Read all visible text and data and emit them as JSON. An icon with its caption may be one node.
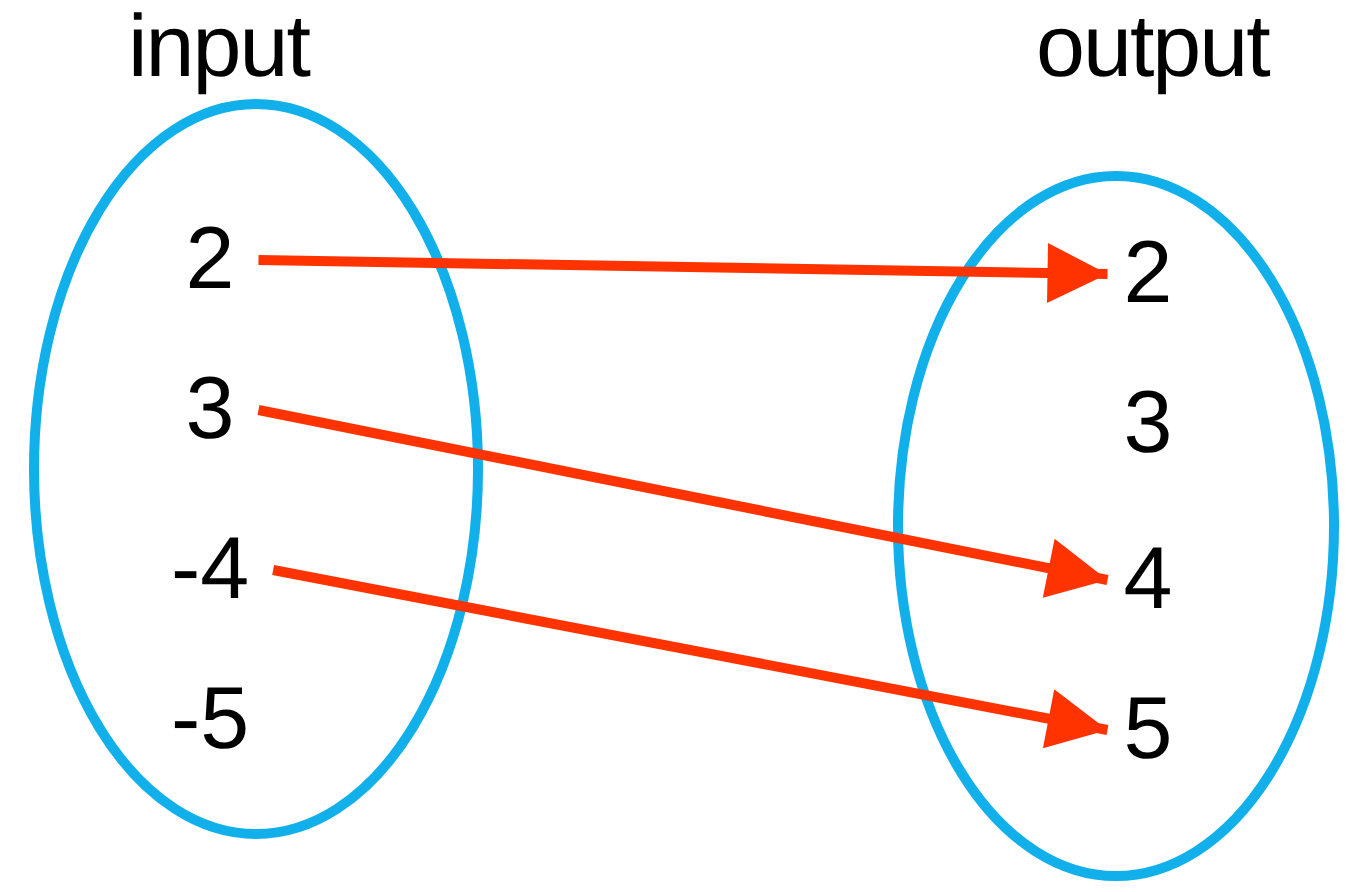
{
  "diagram": {
    "nodes": [
      {
        "text": [
          "input"
        ]
      },
      {
        "text": [
          "2"
        ],
        "in": 0
      },
      {
        "text": [
          "3"
        ],
        "in": 0
      },
      {
        "text": [
          "-4"
        ],
        "in": 0
      },
      {
        "text": [
          "-5"
        ],
        "in": 0
      },
      {
        "text": [
          "output"
        ]
      },
      {
        "text": [
          "2"
        ],
        "in": 5
      },
      {
        "text": [
          "3"
        ],
        "in": 5
      },
      {
        "text": [
          "4"
        ],
        "in": 5
      },
      {
        "text": [
          "5"
        ],
        "in": 5
      }
    ],
    "edges": [
      {
        "from": 1,
        "to": 6,
        "arrow": "to"
      },
      {
        "from": 2,
        "to": 8,
        "arrow": "to"
      },
      {
        "from": 3,
        "to": 9,
        "arrow": "to"
      }
    ]
  }
}
